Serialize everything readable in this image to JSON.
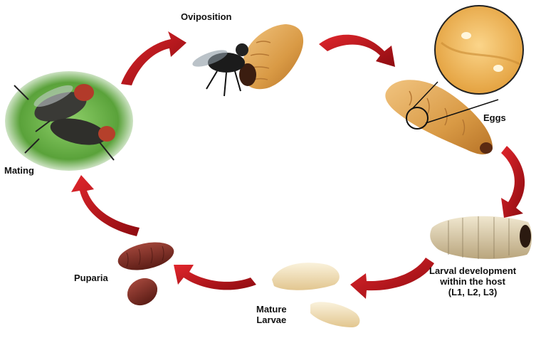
{
  "diagram": {
    "stages": {
      "oviposition": "Oviposition",
      "eggs": "Eggs",
      "larval_line1": "Larval development",
      "larval_line2": "within the host",
      "larval_line3": "(L1, L2, L3)",
      "mature_line1": "Mature",
      "mature_line2": "Larvae",
      "puparia": "Puparia",
      "mating": "Mating"
    },
    "arrow_color": "#c0141b"
  }
}
